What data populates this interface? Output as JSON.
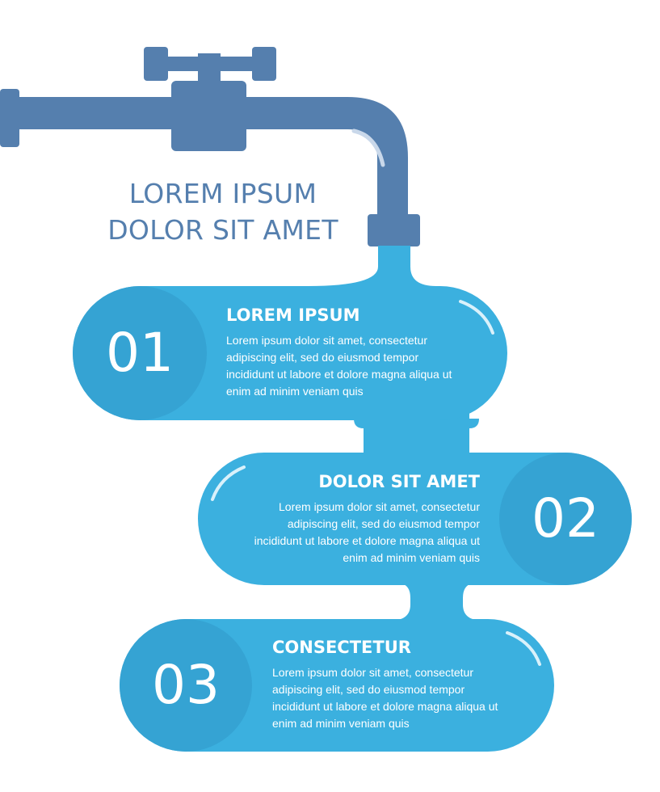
{
  "title": {
    "line1": "LOREM IPSUM",
    "line2": "DOLOR SIT AMET"
  },
  "steps": [
    {
      "number": "01",
      "heading": "LOREM IPSUM",
      "lines": [
        "Lorem ipsum dolor sit amet, consectetur",
        "adipiscing elit, sed do eiusmod tempor",
        "incididunt ut labore et dolore magna aliqua ut",
        "enim ad minim veniam quis"
      ]
    },
    {
      "number": "02",
      "heading": "DOLOR SIT AMET",
      "lines": [
        "Lorem ipsum dolor sit amet, consectetur",
        "adipiscing elit, sed do eiusmod tempor",
        "incididunt ut labore et dolore magna aliqua ut",
        "enim ad minim veniam quis"
      ]
    },
    {
      "number": "03",
      "heading": "CONSECTETUR",
      "lines": [
        "Lorem ipsum dolor sit amet, consectetur",
        "adipiscing elit, sed do eiusmod tempor",
        "incididunt ut labore et dolore magna aliqua ut",
        "enim ad minim veniam quis"
      ]
    }
  ],
  "colors": {
    "pipe": "#557fae",
    "water": "#3bb0df",
    "circle": "#35a3d3",
    "title": "#557fae"
  },
  "icons": [
    "faucet-icon",
    "water-stream-icon"
  ]
}
